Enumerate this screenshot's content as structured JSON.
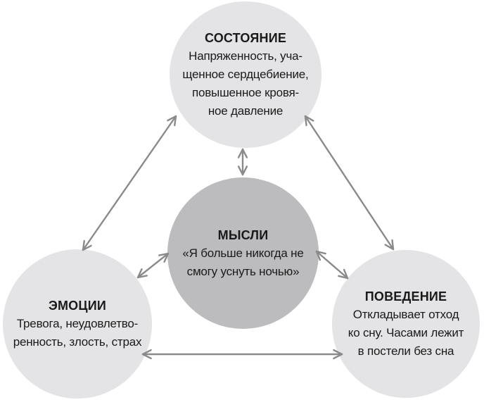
{
  "diagram": {
    "nodes": {
      "state": {
        "title": "СОСТОЯНИЕ",
        "lines": [
          "Напряженность, уча-",
          "щенное сердцебиение,",
          "повышенное кровя-",
          "ное давление"
        ]
      },
      "thoughts": {
        "title": "МЫСЛИ",
        "lines": [
          "«Я больше никогда не",
          "смогу уснуть ночью»"
        ]
      },
      "emotions": {
        "title": "ЭМОЦИИ",
        "lines": [
          "Тревога, неудовлетво-",
          "ренность, злость, страх"
        ]
      },
      "behavior": {
        "title": "ПОВЕДЕНИЕ",
        "lines": [
          "Откладывает отход",
          "ко сну. Часами лежит",
          "в постели без сна"
        ]
      }
    },
    "connections": [
      {
        "from": "state",
        "to": "thoughts",
        "bidirectional": true
      },
      {
        "from": "state",
        "to": "emotions",
        "bidirectional": true
      },
      {
        "from": "state",
        "to": "behavior",
        "bidirectional": true
      },
      {
        "from": "thoughts",
        "to": "emotions",
        "bidirectional": true
      },
      {
        "from": "thoughts",
        "to": "behavior",
        "bidirectional": true
      },
      {
        "from": "emotions",
        "to": "behavior",
        "bidirectional": true
      }
    ],
    "colors": {
      "node_fill_light": "#e4e4e6",
      "node_fill_dark": "#bcbcbe",
      "arrow": "#8a8a8a",
      "text": "#1a1a1a",
      "background": "#ffffff"
    }
  }
}
